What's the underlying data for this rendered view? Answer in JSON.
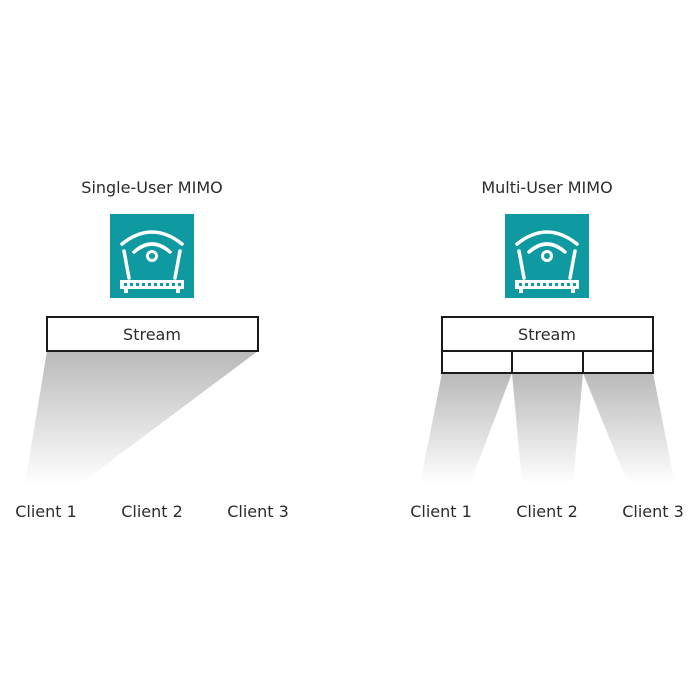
{
  "colors": {
    "router_bg": "#0e9aa0",
    "router_fg": "#ffffff",
    "beam": "#bdbdbd",
    "text": "#2b2b2b",
    "box_stroke": "#1a1a1a"
  },
  "single_user": {
    "title": "Single-User MIMO",
    "router_icon": "wifi-router-icon",
    "stream_label": "Stream",
    "clients": [
      "Client 1",
      "Client 2",
      "Client 3"
    ]
  },
  "multi_user": {
    "title": "Multi-User MIMO",
    "router_icon": "wifi-router-icon",
    "stream_label": "Stream",
    "clients": [
      "Client 1",
      "Client 2",
      "Client 3"
    ]
  }
}
